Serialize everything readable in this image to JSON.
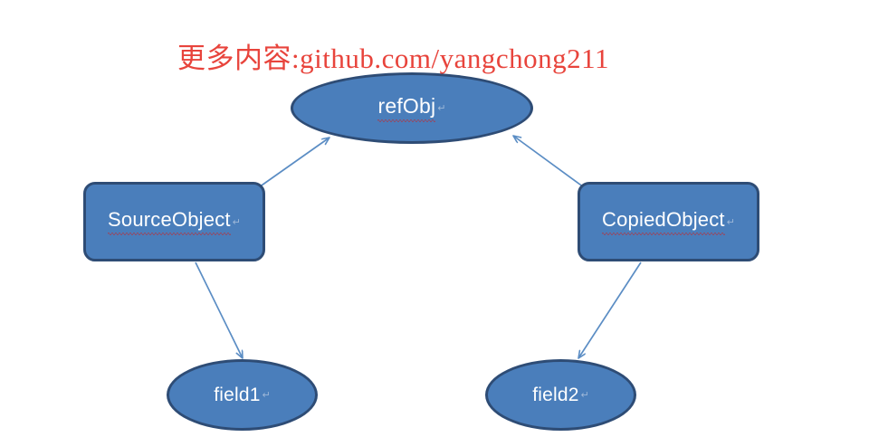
{
  "diagram": {
    "title_overlay": "更多内容:github.com/yangchong211",
    "background_color": "#ffffff",
    "node_fill_color": "#4a7ebb",
    "node_border_color": "#2e4c75",
    "node_text_color": "#ffffff",
    "edge_color": "#5b8dc4",
    "overlay_text_color": "#e8443c",
    "paragraph_mark": "↵",
    "nodes": [
      {
        "id": "refobj",
        "label": "refObj",
        "shape": "ellipse"
      },
      {
        "id": "sourceobject",
        "label": "SourceObject",
        "shape": "rounded-rect"
      },
      {
        "id": "copiedobject",
        "label": "CopiedObject",
        "shape": "rounded-rect"
      },
      {
        "id": "field1",
        "label": "field1",
        "shape": "ellipse"
      },
      {
        "id": "field2",
        "label": "field2",
        "shape": "ellipse"
      }
    ],
    "edges": [
      {
        "from": "SourceObject",
        "to": "refObj"
      },
      {
        "from": "CopiedObject",
        "to": "refObj"
      },
      {
        "from": "SourceObject",
        "to": "field1"
      },
      {
        "from": "CopiedObject",
        "to": "field2"
      }
    ]
  }
}
